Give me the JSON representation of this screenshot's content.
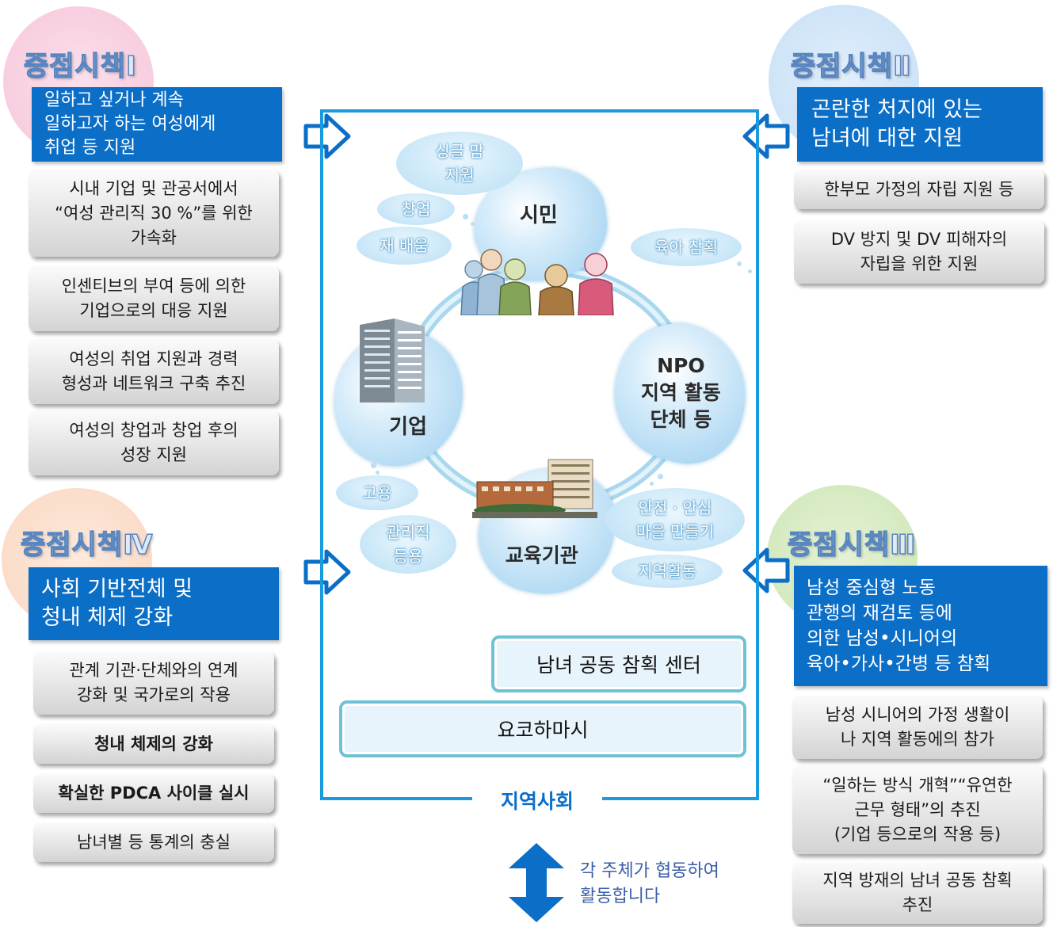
{
  "pillars": {
    "p1": {
      "title": "중점시책Ⅰ",
      "heading": "일하고 싶거나 계속\n일하고자 하는 여성에게\n취업 등 지원",
      "items": [
        "시내 기업 및 관공서에서\n“여성 관리직 30 %”를 위한\n가속화",
        "인센티브의 부여 등에 의한\n기업으로의 대응 지원",
        "여성의 취업 지원과 경력\n형성과 네트워크 구축 추진",
        "여성의 창업과 창업 후의\n성장 지원"
      ]
    },
    "p2": {
      "title": "중점시책Ⅱ",
      "heading": "곤란한 처지에 있는\n남녀에 대한 지원",
      "items": [
        "한부모 가정의 자립 지원 등",
        "DV 방지 및 DV 피해자의\n자립을 위한 지원"
      ]
    },
    "p3": {
      "title": "중점시책Ⅲ",
      "heading": "남성 중심형 노동\n관행의 재검토 등에\n의한 남성•시니어의\n육아•가사•간병 등 참획",
      "items": [
        "남성 시니어의 가정 생활이\n나 지역 활동에의 참가",
        "“일하는 방식 개혁”“유연한\n근무 형태”의 추진\n(기업 등으로의 작용 등)",
        "지역 방재의 남녀 공동 참획\n추진"
      ]
    },
    "p4": {
      "title": "중점시책Ⅳ",
      "heading": "사회 기반전체 및\n청내 체제 강화",
      "items": [
        "관계 기관·단체와의 연계\n강화 및 국가로의 작용",
        "청내 체제의 강화",
        "확실한 PDCA 사이클 실시",
        "남녀별 등 통계의 충실"
      ]
    }
  },
  "center": {
    "nodes": {
      "citizen": "시민",
      "npo": "NPO\n지역 활동\n단체 등",
      "edu": "교육기관",
      "company": "기업"
    },
    "clouds": {
      "single_mom": "싱글 맘\n지원",
      "startup": "창업",
      "relearn": "재 배움",
      "childcare": "육아 참획",
      "employment": "고용",
      "manager": "관리직\n등용",
      "safety": "안전 · 안심\n마을 만들기",
      "local": "지역활동"
    },
    "center_box": "남녀 공동 참획 센터",
    "city_box": "요코하마시",
    "community": "지역사회"
  },
  "legend": {
    "text": "각 주체가 협동하여\n활동합니다"
  },
  "colors": {
    "blue_box": "#0b6ec7",
    "frame": "#1a9be0",
    "p1_blob": "#f8cfe0",
    "p2_blob": "#cfe3f8",
    "p3_blob": "#d8ecc4",
    "p4_blob": "#fbe1cf"
  },
  "icons": [
    "arrow-right-icon",
    "arrow-left-icon",
    "double-arrow-vertical-icon",
    "people-icon",
    "building-icon",
    "school-icon"
  ]
}
